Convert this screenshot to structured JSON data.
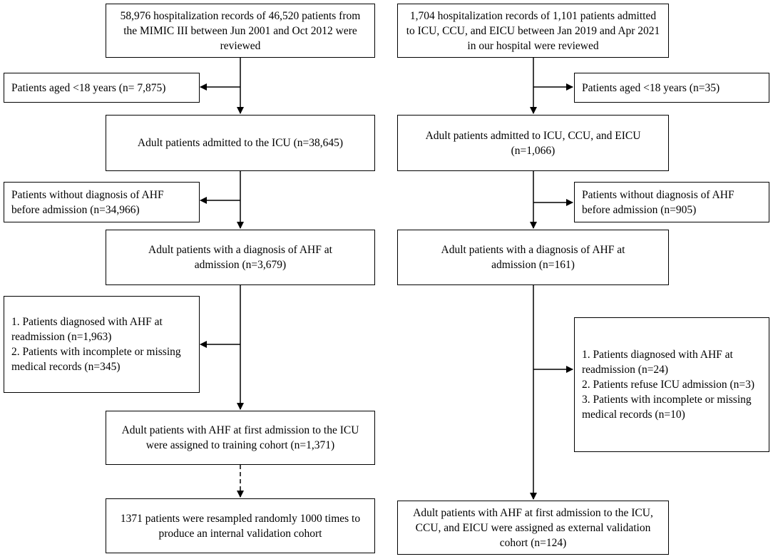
{
  "left": {
    "b1": "58,976 hospitalization records of 46,520 patients from the MIMIC III between Jun 2001 and Oct 2012 were reviewed",
    "e1": "Patients aged <18 years (n= 7,875)",
    "b2": "Adult patients admitted to the ICU (n=38,645)",
    "e2": "Patients without diagnosis of AHF before admission (n=34,966)",
    "b3": "Adult patients with a diagnosis of AHF at admission (n=3,679)",
    "e3_items": [
      "1. Patients diagnosed with AHF at readmission (n=1,963)",
      "2. Patients with incomplete or missing medical records (n=345)"
    ],
    "b4": "Adult patients with AHF at first admission to the ICU were assigned to training cohort (n=1,371)",
    "b5": "1371 patients were resampled randomly 1000 times to produce an internal validation cohort"
  },
  "right": {
    "b1": "1,704 hospitalization records of 1,101 patients admitted to ICU, CCU, and EICU between Jan 2019 and Apr 2021 in our hospital were reviewed",
    "e1": "Patients aged <18 years (n=35)",
    "b2": "Adult patients admitted to ICU, CCU, and EICU (n=1,066)",
    "e2": "Patients without diagnosis of AHF before admission (n=905)",
    "b3": "Adult patients with a diagnosis of AHF at admission (n=161)",
    "e3_items": [
      "1. Patients diagnosed with AHF at readmission (n=24)",
      "2. Patients refuse ICU admission (n=3)",
      "3. Patients with incomplete or missing medical records (n=10)"
    ],
    "b4": "Adult patients with AHF at first admission to the ICU, CCU, and EICU  were assigned as external validation  cohort (n=124)"
  }
}
